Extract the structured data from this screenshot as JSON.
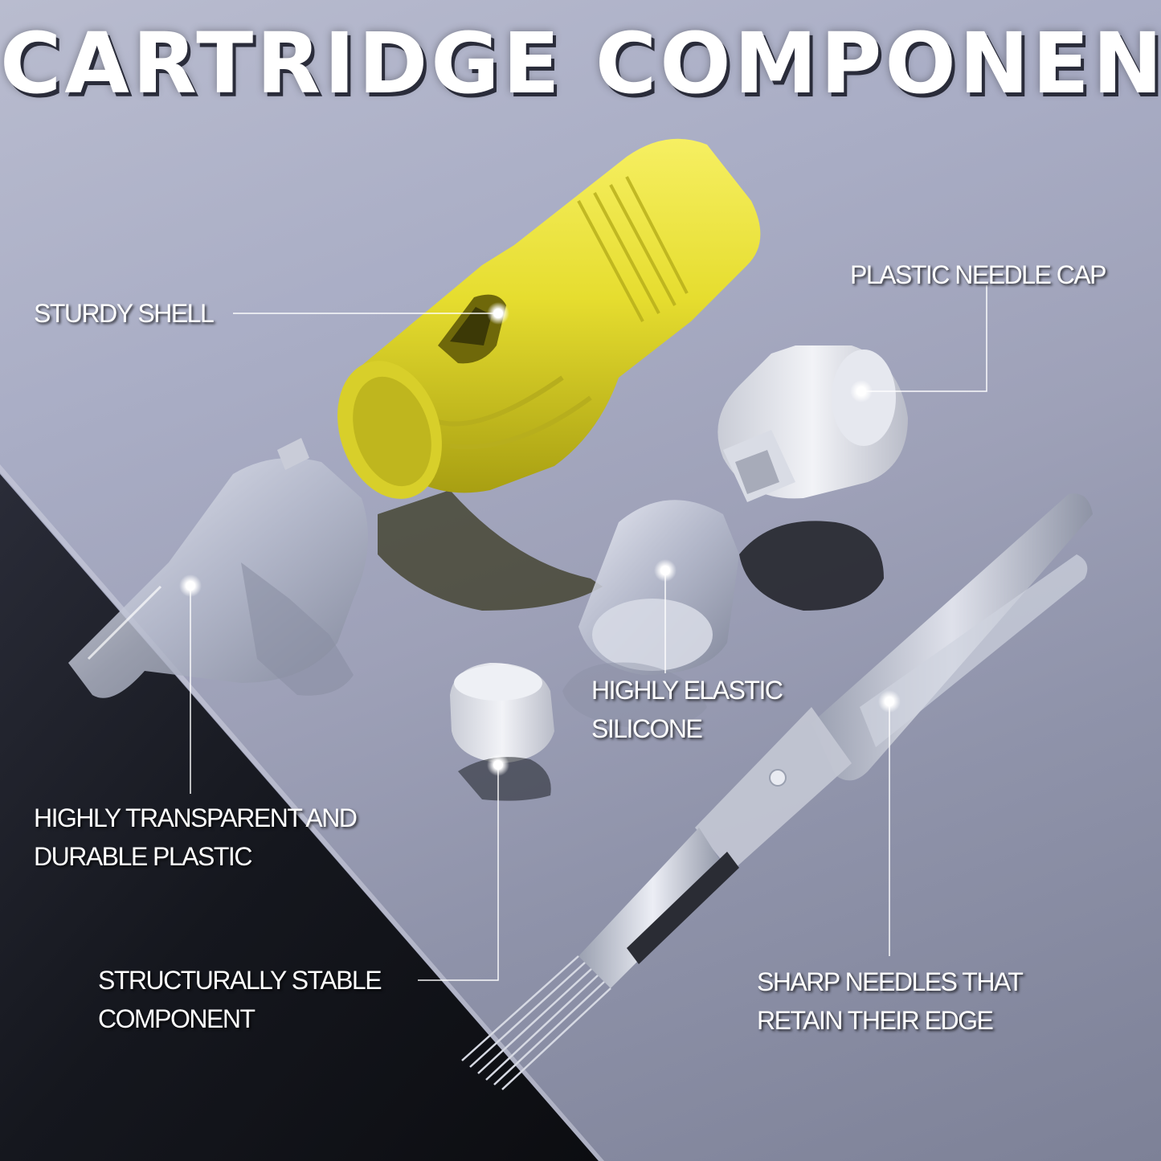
{
  "title": "CARTRIDGE COMPONENTS",
  "labels": {
    "sturdy_shell": "STURDY SHELL",
    "needle_cap": "PLASTIC NEEDLE CAP",
    "silicone_line1": "HIGHLY ELASTIC",
    "silicone_line2": "SILICONE",
    "transparent_line1": "HIGHLY TRANSPARENT AND",
    "transparent_line2": "DURABLE PLASTIC",
    "stable_line1": "STRUCTURALLY STABLE",
    "stable_line2": "COMPONENT",
    "needles_line1": "SHARP NEEDLES THAT",
    "needles_line2": "RETAIN THEIR EDGE"
  },
  "colors": {
    "shell_yellow": "#e9e23a",
    "background_light": "#b4b7cb",
    "background_dark": "#15171d"
  }
}
